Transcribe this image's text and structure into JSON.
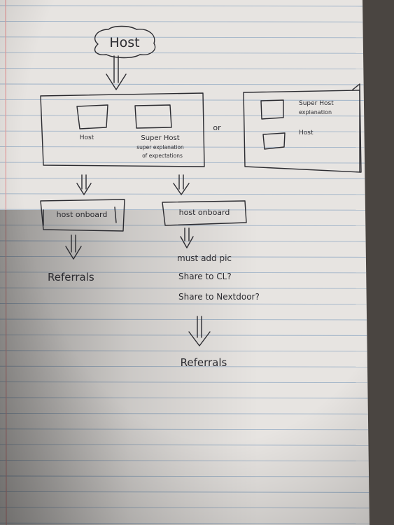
{
  "colors": {
    "paper": "#e7e4e1",
    "paper_shadow": "#9c9792",
    "rule_line": "#9fb3c8",
    "margin_line": "#e6a3a3",
    "ink": "#2b2b30",
    "background": "#4a4541"
  },
  "diagram": {
    "start_node": "Host",
    "option_a": {
      "host_label": "Host",
      "super_host_label_1": "Super Host",
      "super_host_label_2": "super explanation",
      "super_host_label_3": "of expectations"
    },
    "or_label": "or",
    "option_b": {
      "super_host_label_1": "Super Host",
      "super_host_label_2": "explanation",
      "host_label": "Host"
    },
    "left_branch": {
      "onboard_label": "host onboard",
      "result_label": "Referrals"
    },
    "right_branch": {
      "onboard_label": "host onboard",
      "step_1": "must add pic",
      "step_2": "Share to CL?",
      "step_3": "Share to Nextdoor?",
      "result_label": "Referrals"
    }
  }
}
